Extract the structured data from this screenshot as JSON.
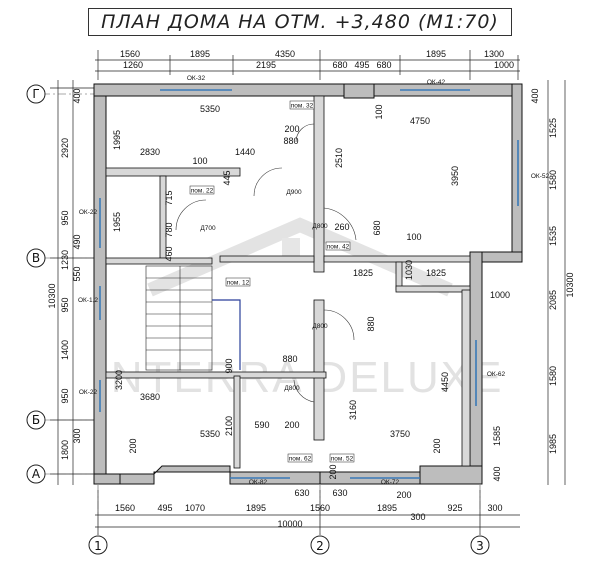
{
  "title": "ПЛАН ДОМА НА ОТМ. +3,480 (М1:70)",
  "watermark": "INTERRA DELUXE",
  "axes": {
    "top_G": "Г",
    "left_V": "В",
    "left_B": "Б",
    "left_A": "А",
    "bottom_1": "1",
    "bottom_2": "2",
    "bottom_3": "3"
  },
  "dims_top": {
    "r1a": "1560",
    "r1b": "1895",
    "r1c": "4350",
    "r1d": "1895",
    "r1e": "1300",
    "r2a": "1260",
    "r2b": "2195",
    "r2c": "680",
    "r2d": "495",
    "r2e": "680",
    "r2f": "1000"
  },
  "dims_bottom": {
    "b1": "1560",
    "b2": "495",
    "b3": "1070",
    "b4": "1895",
    "b5": "1560",
    "b6": "1895",
    "b7": "925",
    "b8": "300",
    "b9": "300",
    "total": "10000",
    "x630a": "630",
    "x630b": "630",
    "x200": "200"
  },
  "dims_left": {
    "l1": "400",
    "l2": "2920",
    "l3": "950",
    "l4": "490",
    "l5": "1230",
    "l6": "550",
    "l7": "950",
    "l8": "1400",
    "l9": "950",
    "l10": "300",
    "l11": "1800",
    "total": "10300"
  },
  "dims_right": {
    "r1": "400",
    "r2": "1525",
    "r3": "1580",
    "r4": "1535",
    "r5": "2085",
    "r6": "1580",
    "r7": "1585",
    "r8": "1985",
    "r9": "400",
    "total": "10300"
  },
  "interior": {
    "d5350a": "5350",
    "d4750": "4750",
    "d1995": "1995",
    "d2830": "2830",
    "d1440": "1440",
    "d200a": "200",
    "d880a": "880",
    "d100a": "100",
    "d100b": "100",
    "d2510": "2510",
    "d3950": "3950",
    "d715": "715",
    "d1955": "1955",
    "d780": "780",
    "d460": "460",
    "d445": "445",
    "d260": "260",
    "d680": "680",
    "d100c": "100",
    "d1825a": "1825",
    "d1030": "1030",
    "d1825b": "1825",
    "d1000": "1000",
    "d880b": "880",
    "d880c": "880",
    "d900": "900",
    "d3200": "3200",
    "d3680": "3680",
    "d2100": "2100",
    "d590": "590",
    "d200b": "200",
    "d3160": "3160",
    "d4450": "4450",
    "d5350b": "5350",
    "d3750": "3750",
    "d200c": "200",
    "d200d": "200",
    "d200e": "200"
  },
  "labels": {
    "pom32": "пом. 32",
    "pom22": "пом. 22",
    "pom42": "пом. 42",
    "pom12": "пом. 12",
    "pom62": "пом. 62",
    "pom52": "пом. 52",
    "d700": "Д700",
    "d900a": "Д900",
    "d800a": "Д800",
    "d800b": "Д800",
    "d800c": "Д800",
    "ok32": "ОК-32",
    "ok42": "ОК-42",
    "ok52": "ОК-52",
    "ok22a": "ОК-22",
    "ok12": "ОК-1,2",
    "ok22b": "ОК-22",
    "ok62": "ОК-62",
    "ok82": "ОК-82",
    "ok72": "ОК-72"
  }
}
